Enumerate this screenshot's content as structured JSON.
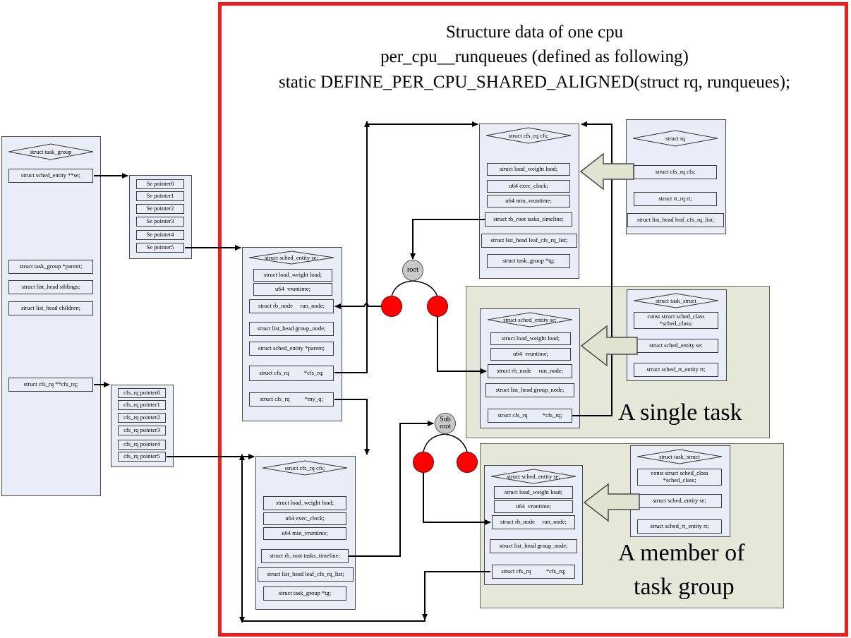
{
  "title": {
    "line1": "Structure data of one cpu",
    "line2": "per_cpu__runqueues (defined as following)",
    "line3": "static DEFINE_PER_CPU_SHARED_ALIGNED(struct rq, runqueues);"
  },
  "task_group": {
    "header": "struct task_group",
    "fields": {
      "se": "struct sched_entity **se;",
      "parent": "struct task_group *parent;",
      "siblings": "struct list_head siblings;",
      "children": "struct list_head children;",
      "cfs_rq": "struct cfs_rq **cfs_rq;"
    }
  },
  "se_pointers": [
    "Se pointer0",
    "Se pointer1",
    "Se pointer2",
    "Se pointer3",
    "Se pointer4",
    "Se pointer5"
  ],
  "cfs_rq_pointers": [
    "cfs_rq pointer0",
    "cfs_rq pointer1",
    "cfs_rq pointer2",
    "cfs_rq pointer3",
    "cfs_rq pointer4",
    "cfs_rq pointer5"
  ],
  "group_se": {
    "header": "struct sched_entity se;",
    "fields": {
      "load": "struct load_weight load;",
      "vruntime": "u64  vruntime;",
      "run_node": "struct rb_node     run_node;",
      "group_node": "struct list_head group_node;",
      "parent": "struct sched_entity *parent;",
      "cfs_rq": "struct cfs_rq          *cfs_rq;",
      "my_q": "struct cfs_rq          *my_q;"
    }
  },
  "top_cfs_rq": {
    "header": "struct cfs_rq cfs;",
    "fields": {
      "load": "struct load_weight load;",
      "exec_clock": "u64 exec_clock;",
      "min_vruntime": "u64 min_vruntime;",
      "tasks_timeline": "struct rb_root tasks_timeline;",
      "leaf_cfs_rq_list": "struct list_head leaf_cfs_rq_list;",
      "tg": "struct task_group *tg;"
    }
  },
  "rq": {
    "header": "struct rq",
    "fields": {
      "cfs": "struct cfs_rq cfs;",
      "rt": "struct rt_rq rt;",
      "leaf": "struct list_head leaf_cfs_rq_list;"
    }
  },
  "single_task": {
    "label": "A single task",
    "se": {
      "header": "struct sched_entity se;",
      "fields": {
        "load": "struct load_weight load;",
        "vruntime": "u64  vruntime;",
        "run_node": "struct rb_node     run_node;",
        "group_node": "struct list_head group_node;",
        "cfs_rq": "struct cfs_rq          *cfs_rq;"
      }
    },
    "task_struct": {
      "header": "struct task_struct",
      "fields": {
        "sched_class": "const struct sched_class\n*sched_class;",
        "se": "struct sched_entity se;",
        "rt": "struct sched_rt_entity rt;"
      }
    }
  },
  "member_task": {
    "label_line1": "A member of",
    "label_line2": "task group",
    "se": {
      "header": "struct sched_entity se;",
      "fields": {
        "load": "struct load_weight load;",
        "vruntime": "u64  vruntime;",
        "run_node": "struct rb_node     run_node;",
        "group_node": "struct list_head group_node;",
        "cfs_rq": "struct cfs_rq          *cfs_rq;"
      }
    },
    "task_struct": {
      "header": "struct task_struct",
      "fields": {
        "sched_class": "const struct sched_class\n*sched_class;",
        "se": "struct sched_entity se;",
        "rt": "struct sched_rt_entity rt;"
      }
    }
  },
  "group_cfs_rq": {
    "header": "struct cfs_rq cfs;",
    "fields": {
      "load": "struct load_weight load;",
      "exec_clock": "u64 exec_clock;",
      "min_vruntime": "u64 min_vruntime;",
      "tasks_timeline": "struct rb_root tasks_timeline;",
      "leaf_cfs_rq_list": "struct list_head leaf_cfs_rq_list;",
      "tg": "struct task_group *tg;"
    }
  },
  "tree": {
    "root_label": "root",
    "subroot_label": "Sub\nroot"
  },
  "colors": {
    "frame": "#ee1c1c",
    "panel": "#e9edf7",
    "group_bg": "#e5e8d9",
    "tree_node": "#ff0000",
    "root_node": "#c8c8c8",
    "big_arrow": "#dfe3cf"
  }
}
